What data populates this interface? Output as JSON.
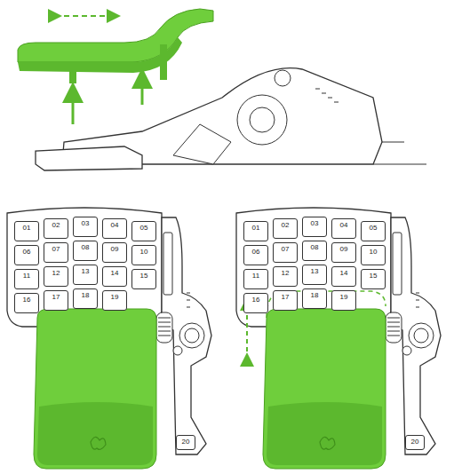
{
  "diagram": {
    "nodes": [
      {
        "text": [
          "01"
        ]
      },
      {
        "text": [
          "02"
        ]
      },
      {
        "text": [
          "03"
        ]
      },
      {
        "text": [
          "04"
        ]
      },
      {
        "text": [
          "05"
        ]
      },
      {
        "text": [
          "06"
        ]
      },
      {
        "text": [
          "07"
        ]
      },
      {
        "text": [
          "08"
        ]
      },
      {
        "text": [
          "09"
        ]
      },
      {
        "text": [
          "10"
        ]
      },
      {
        "text": [
          "11"
        ]
      },
      {
        "text": [
          "12"
        ]
      },
      {
        "text": [
          "13"
        ]
      },
      {
        "text": [
          "14"
        ]
      },
      {
        "text": [
          "15"
        ]
      },
      {
        "text": [
          "16"
        ]
      },
      {
        "text": [
          "17"
        ]
      },
      {
        "text": [
          "18"
        ]
      },
      {
        "text": [
          "19"
        ]
      },
      {
        "text": [
          "20"
        ]
      },
      {
        "text": [
          "01"
        ]
      },
      {
        "text": [
          "02"
        ]
      },
      {
        "text": [
          "03"
        ]
      },
      {
        "text": [
          "04"
        ]
      },
      {
        "text": [
          "05"
        ]
      },
      {
        "text": [
          "06"
        ]
      },
      {
        "text": [
          "07"
        ]
      },
      {
        "text": [
          "08"
        ]
      },
      {
        "text": [
          "09"
        ]
      },
      {
        "text": [
          "10"
        ]
      },
      {
        "text": [
          "11"
        ]
      },
      {
        "text": [
          "12"
        ]
      },
      {
        "text": [
          "13"
        ]
      },
      {
        "text": [
          "14"
        ]
      },
      {
        "text": [
          "15"
        ]
      },
      {
        "text": [
          "16"
        ]
      },
      {
        "text": [
          "17"
        ]
      },
      {
        "text": [
          "18"
        ]
      },
      {
        "text": [
          "19"
        ]
      },
      {
        "text": [
          "20"
        ]
      }
    ]
  }
}
